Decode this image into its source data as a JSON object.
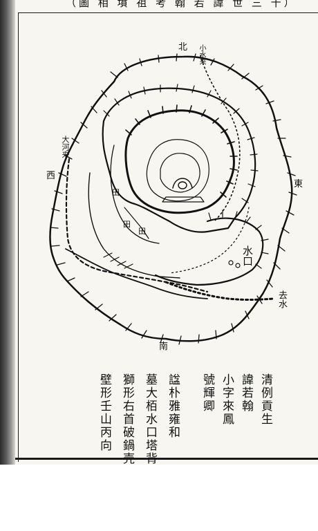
{
  "header": {
    "title": "（圖 相 墳 祖 考 翰 若 諱 世 三 十）"
  },
  "map": {
    "labels": {
      "north": "北",
      "east": "東",
      "south": "南",
      "west": "西",
      "water_top": "小水来",
      "water_left": "大河来",
      "water_right": "去水",
      "water_mouth": "水口",
      "field1": "田",
      "field2": "田",
      "field3": "田"
    }
  },
  "captions": [
    "清例貢生",
    "諱若翰",
    "小字來鳳",
    "號輝卿",
    "諡朴雅雍和",
    "墓大栢水口塔背",
    "獅形右首破鍋壳",
    "壁形壬山丙向"
  ],
  "colors": {
    "ink": "#111111",
    "paper": "#f7f6f1",
    "spine": "#3a3a3a"
  }
}
